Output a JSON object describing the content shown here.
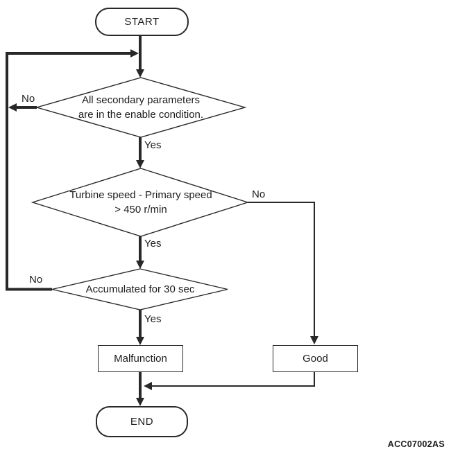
{
  "flowchart": {
    "start_label": "START",
    "end_label": "END",
    "decision1": {
      "text": "All secondary parameters\nare in the enable condition.",
      "yes_label": "Yes",
      "no_label": "No"
    },
    "decision2": {
      "text": "Turbine speed - Primary speed\n> 450 r/min",
      "yes_label": "Yes",
      "no_label": "No"
    },
    "decision3": {
      "text": "Accumulated for 30 sec",
      "yes_label": "Yes",
      "no_label": "No"
    },
    "outcome_malfunction": "Malfunction",
    "outcome_good": "Good",
    "figure_code": "ACC07002AS"
  },
  "colors": {
    "line": "#2a2728",
    "text": "#1c1c1c",
    "background": "#ffffff"
  }
}
